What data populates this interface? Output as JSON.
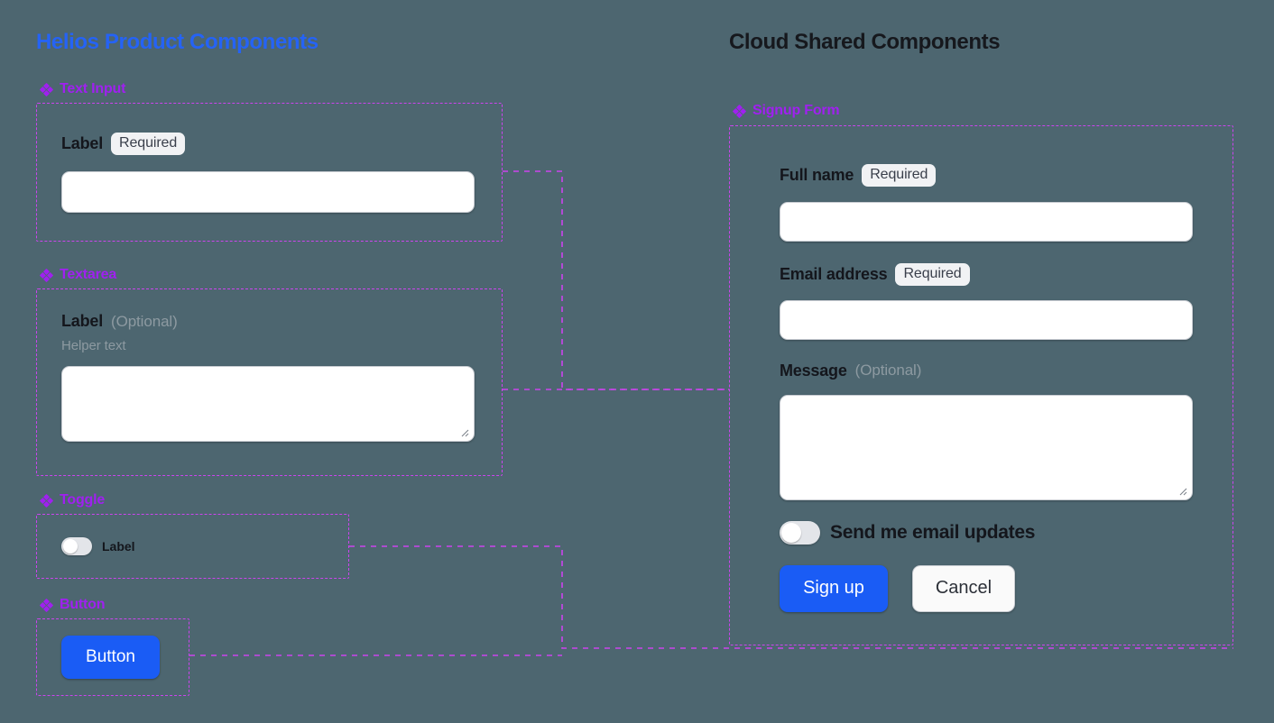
{
  "page": {
    "background_color": "#4d6670",
    "accent_blue": "#2563f5",
    "accent_purple": "#a020f0",
    "connector_color": "#cc44ee",
    "badge_bg": "#f1f2f4",
    "muted_text": "#8d9aa1"
  },
  "left_column": {
    "title": "Helios Product Components",
    "sections": [
      {
        "icon": "diamond-icon",
        "label": "Text Input",
        "field": {
          "label": "Label",
          "badge": "Required",
          "input_value": "",
          "input_placeholder": ""
        }
      },
      {
        "icon": "diamond-icon",
        "label": "Textarea",
        "field": {
          "label": "Label",
          "optional": "(Optional)",
          "helper": "Helper text",
          "textarea_value": "",
          "textarea_placeholder": ""
        }
      },
      {
        "icon": "diamond-icon",
        "label": "Toggle",
        "field": {
          "toggle_label": "Label",
          "toggle_state": "off"
        }
      },
      {
        "icon": "diamond-icon",
        "label": "Button",
        "field": {
          "button_label": "Button"
        }
      }
    ]
  },
  "right_column": {
    "title": "Cloud Shared Components",
    "section": {
      "icon": "diamond-icon",
      "label": "Signup Form"
    },
    "form": {
      "fields": [
        {
          "label": "Full name",
          "badge": "Required",
          "type": "input",
          "value": "",
          "placeholder": ""
        },
        {
          "label": "Email address",
          "badge": "Required",
          "type": "input",
          "value": "",
          "placeholder": ""
        },
        {
          "label": "Message",
          "optional": "(Optional)",
          "type": "textarea",
          "value": "",
          "placeholder": ""
        }
      ],
      "toggle": {
        "label": "Send me email updates",
        "state": "off"
      },
      "actions": {
        "primary": "Sign up",
        "secondary": "Cancel"
      }
    }
  }
}
